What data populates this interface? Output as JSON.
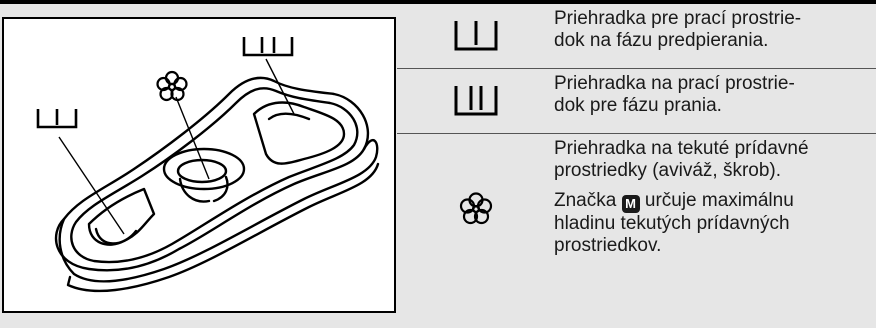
{
  "table": {
    "rows": [
      {
        "icon": "compartment-I-icon",
        "text": "Priehradka pre prací prostrie-\ndok na fázu predpierania."
      },
      {
        "icon": "compartment-II-icon",
        "text": "Priehradka na prací prostrie-\ndok pre fázu prania."
      },
      {
        "icon": "flower-softener-icon",
        "text": "Priehradka na tekuté prídavné\nprostriedky (aviváž, škrob).",
        "note_before": "Značka",
        "badge": "M",
        "note_after": "určuje maximálnu\nhladinu tekutých prídavných\nprostriedkov."
      }
    ]
  },
  "colors": {
    "background": "#e6e6e6",
    "line": "#000000",
    "figure_bg": "#ffffff"
  }
}
